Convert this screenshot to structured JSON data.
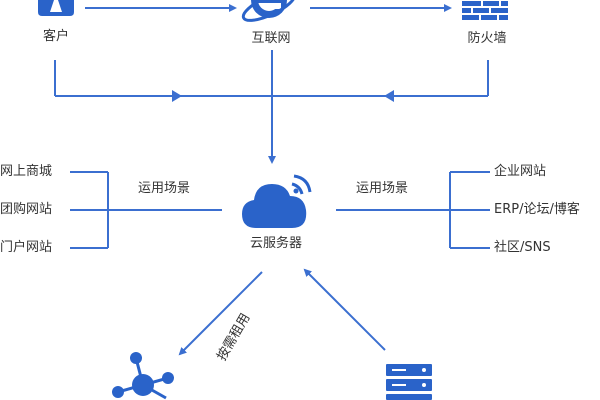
{
  "colors": {
    "primary": "#2a63c9",
    "line": "#3b6fd0",
    "text": "#333333"
  },
  "top": {
    "customer_label": "客户",
    "internet_label": "互联网",
    "firewall_label": "防火墙"
  },
  "center": {
    "cloud_label": "云服务器"
  },
  "left": {
    "scenario_label": "运用场景",
    "items": [
      "网上商城",
      "团购网站",
      "门户网站"
    ]
  },
  "right": {
    "scenario_label": "运用场景",
    "items": [
      "企业网站",
      "ERP/论坛/博客",
      "社区/SNS"
    ]
  },
  "bottom": {
    "diagonal_label": "按需租用"
  },
  "icons": {
    "customer": "user-icon",
    "internet": "internet-explorer-icon",
    "firewall": "brick-wall-icon",
    "cloud": "cloud-wifi-icon",
    "network": "network-nodes-icon",
    "server": "server-rack-icon"
  }
}
